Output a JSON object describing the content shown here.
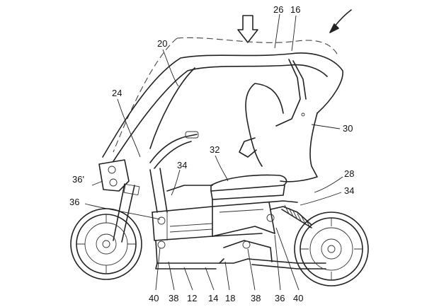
{
  "figure": {
    "reference_numerals": [
      {
        "id": "n26",
        "text": "26"
      },
      {
        "id": "n16",
        "text": "16"
      },
      {
        "id": "n20",
        "text": "20"
      },
      {
        "id": "n24",
        "text": "24"
      },
      {
        "id": "n30",
        "text": "30"
      },
      {
        "id": "n32",
        "text": "32"
      },
      {
        "id": "n34a",
        "text": "34"
      },
      {
        "id": "n36p",
        "text": "36'"
      },
      {
        "id": "n28",
        "text": "28"
      },
      {
        "id": "n34b",
        "text": "34"
      },
      {
        "id": "n36a",
        "text": "36"
      },
      {
        "id": "n40a",
        "text": "40"
      },
      {
        "id": "n38a",
        "text": "38"
      },
      {
        "id": "n12",
        "text": "12"
      },
      {
        "id": "n14",
        "text": "14"
      },
      {
        "id": "n18",
        "text": "18"
      },
      {
        "id": "n38b",
        "text": "38"
      },
      {
        "id": "n36b",
        "text": "36"
      },
      {
        "id": "n40b",
        "text": "40"
      }
    ]
  }
}
